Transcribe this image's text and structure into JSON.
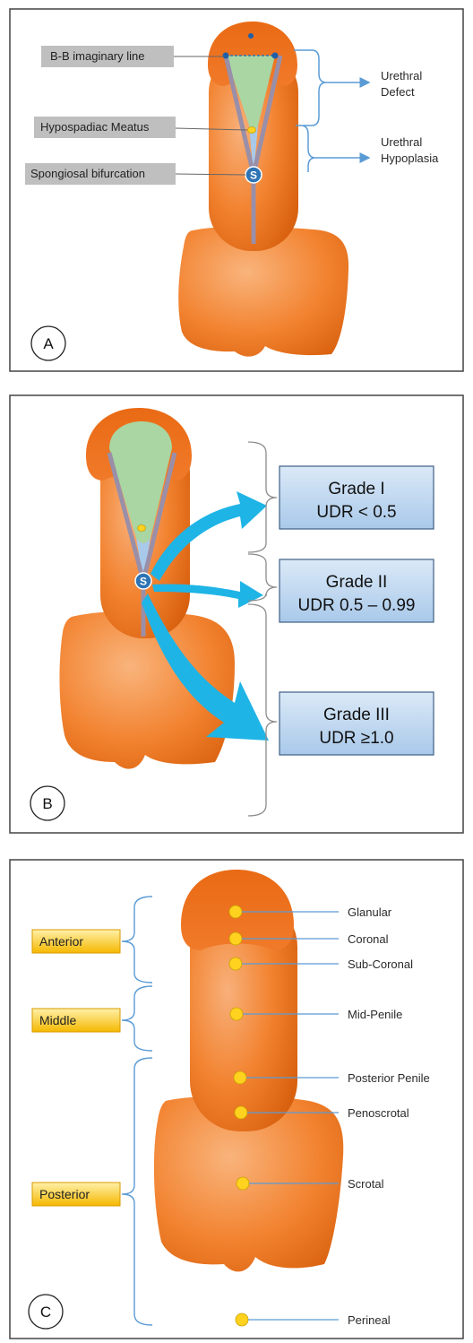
{
  "panel_a": {
    "letter": "A",
    "labels": {
      "bb_line": "B-B imaginary line",
      "meatus": "Hypospadiac Meatus",
      "bifurcation": "Spongiosal bifurcation"
    },
    "right": {
      "defect_l1": "Urethral",
      "defect_l2": "Defect",
      "hypo_l1": "Urethral",
      "hypo_l2": "Hypoplasia"
    },
    "s_marker": "S"
  },
  "panel_b": {
    "letter": "B",
    "s_marker": "S",
    "grades": [
      {
        "title": "Grade I",
        "value": "UDR < 0.5"
      },
      {
        "title": "Grade II",
        "value": "UDR 0.5 – 0.99"
      },
      {
        "title": "Grade III",
        "value": "UDR ≥1.0"
      }
    ]
  },
  "panel_c": {
    "letter": "C",
    "groups": [
      "Anterior",
      "Middle",
      "Posterior"
    ],
    "locations": [
      "Glanular",
      "Coronal",
      "Sub-Coronal",
      "Mid-Penile",
      "Posterior Penile",
      "Penoscrotal",
      "Scrotal",
      "Perineal"
    ]
  },
  "colors": {
    "orange": "#f07a2a",
    "dark_orange": "#e0620f",
    "green": "#a9d6a2",
    "light_blue": "#a9c9ea",
    "blue_line": "#5b9bd5",
    "arrow_cyan": "#1fb4e6",
    "gray_label": "#bfbfbf",
    "yellow": "#ffd21f",
    "grade_box": "#bdd7ee"
  }
}
